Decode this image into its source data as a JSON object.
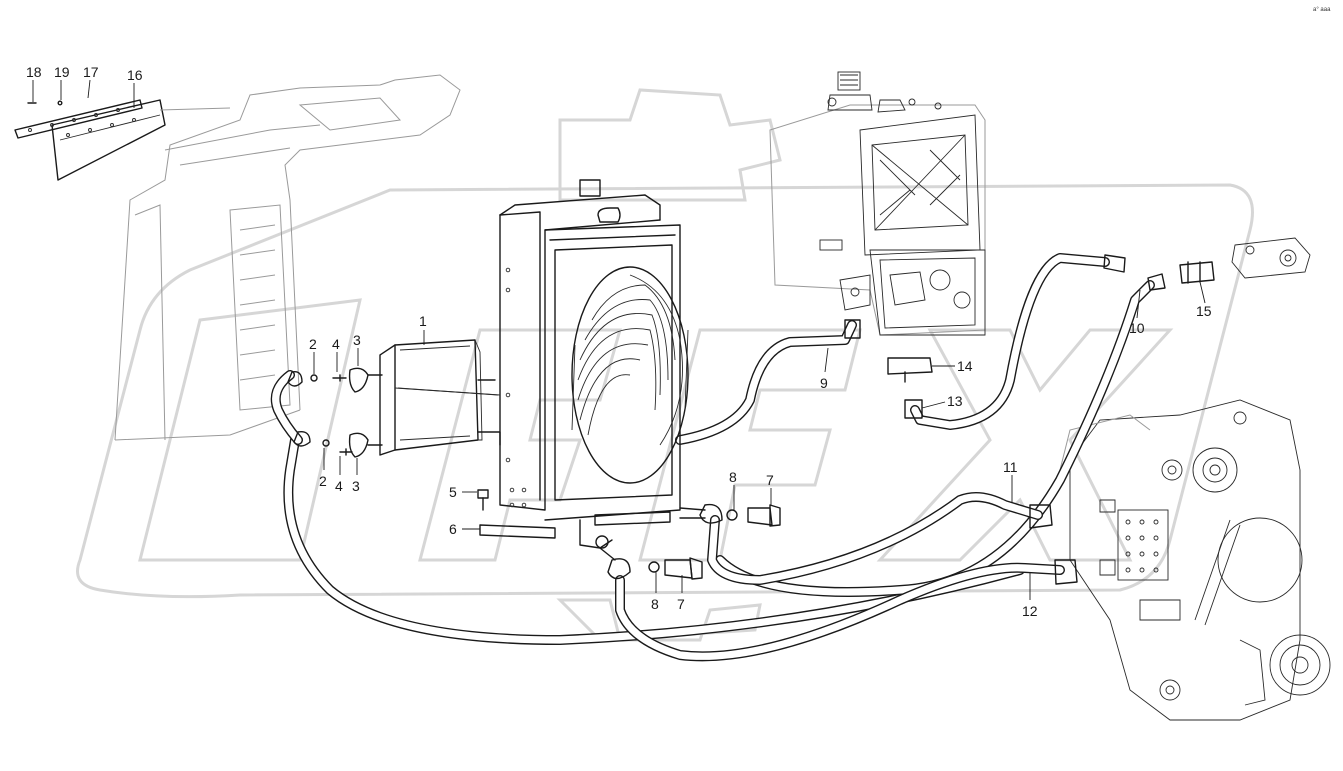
{
  "diagram": {
    "corner_code": "a° aaa",
    "callouts": [
      {
        "id": "18",
        "text": "18"
      },
      {
        "id": "19",
        "text": "19"
      },
      {
        "id": "17",
        "text": "17"
      },
      {
        "id": "16",
        "text": "16"
      },
      {
        "id": "1",
        "text": "1"
      },
      {
        "id": "2a",
        "text": "2"
      },
      {
        "id": "4a",
        "text": "4"
      },
      {
        "id": "3a",
        "text": "3"
      },
      {
        "id": "2b",
        "text": "2"
      },
      {
        "id": "4b",
        "text": "4"
      },
      {
        "id": "3b",
        "text": "3"
      },
      {
        "id": "5",
        "text": "5"
      },
      {
        "id": "6",
        "text": "6"
      },
      {
        "id": "8a",
        "text": "8"
      },
      {
        "id": "7a",
        "text": "7"
      },
      {
        "id": "8b",
        "text": "8"
      },
      {
        "id": "7b",
        "text": "7"
      },
      {
        "id": "9",
        "text": "9"
      },
      {
        "id": "14",
        "text": "14"
      },
      {
        "id": "13",
        "text": "13"
      },
      {
        "id": "10",
        "text": "10"
      },
      {
        "id": "15",
        "text": "15"
      },
      {
        "id": "11",
        "text": "11"
      },
      {
        "id": "12",
        "text": "12"
      }
    ]
  }
}
